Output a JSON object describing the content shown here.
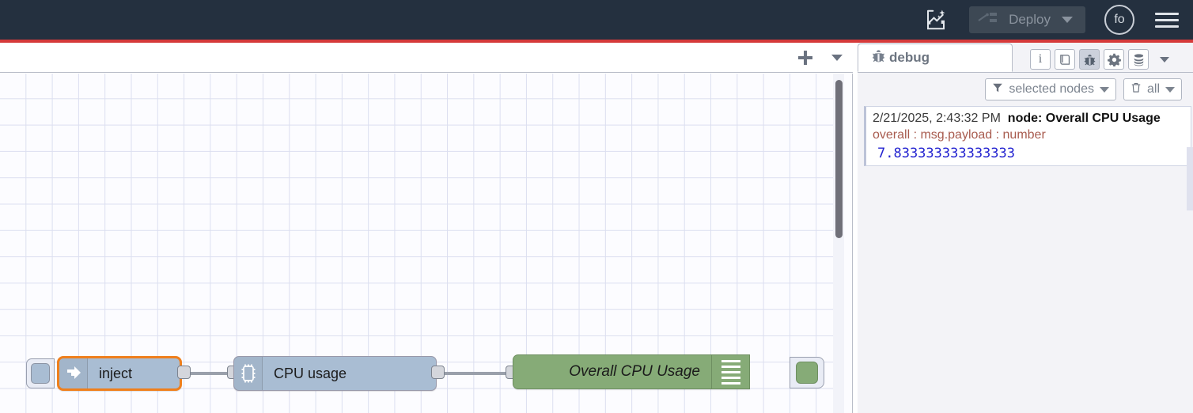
{
  "header": {
    "ai_assistant_icon": "flow-sparkle-icon",
    "deploy_label": "Deploy",
    "deploy_caret_icon": "chevron-down-icon",
    "avatar_initials": "fo",
    "menu_icon": "hamburger-menu-icon",
    "accent_color": "#d53a3a",
    "background_color": "#24303f"
  },
  "canvas_toolbar": {
    "add_tab_icon": "plus-icon",
    "tab_menu_icon": "chevron-down-icon"
  },
  "flow": {
    "nodes": [
      {
        "name": "inject",
        "label": "inject",
        "icon": "inject-arrow-icon",
        "color": "#a9bdd3",
        "selected": true,
        "selection_color": "#ef7f1c",
        "button_icon": "inject-trigger-button"
      },
      {
        "name": "cpu-usage",
        "label": "CPU usage",
        "icon": "microchip-icon",
        "color": "#a9bdd3",
        "selected": false
      },
      {
        "name": "overall-cpu-usage",
        "label": "Overall CPU Usage",
        "icon": "debug-lines-icon",
        "color": "#86ab77",
        "selected": false,
        "status_button": "debug-enable-button"
      }
    ]
  },
  "sidebar": {
    "tab_label": "debug",
    "tab_icon": "bug-icon",
    "toolbar_icons": [
      {
        "name": "info-icon",
        "glyph": "i",
        "active": false
      },
      {
        "name": "library-book-icon",
        "glyph": "book",
        "active": false
      },
      {
        "name": "bug-icon",
        "glyph": "bug",
        "active": true
      },
      {
        "name": "gear-icon",
        "glyph": "gear",
        "active": false
      },
      {
        "name": "context-data-stack-icon",
        "glyph": "stack",
        "active": false
      }
    ],
    "toolbar_caret_icon": "chevron-down-icon",
    "filters": {
      "node_filter_icon": "funnel-icon",
      "node_filter_label": "selected nodes",
      "node_filter_caret": "chevron-down-icon",
      "clear_icon": "trash-icon",
      "clear_label": "all",
      "clear_caret": "chevron-down-icon"
    },
    "messages": [
      {
        "timestamp": "2/21/2025, 2:43:32 PM",
        "source_label": "node: Overall CPU Usage",
        "property": "overall : msg.payload : number",
        "value": "7.833333333333333"
      }
    ]
  }
}
